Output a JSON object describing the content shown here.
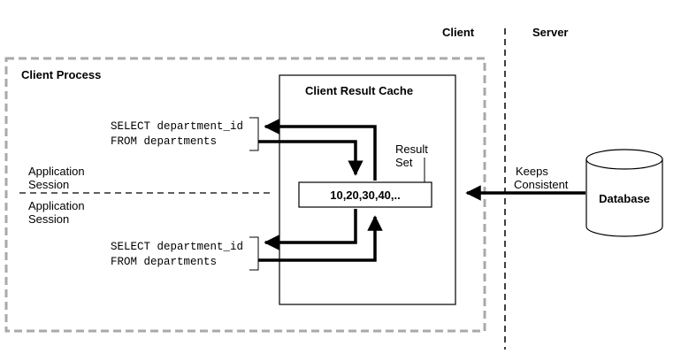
{
  "header": {
    "client_label": "Client",
    "server_label": "Server"
  },
  "client_process": {
    "title": "Client Process"
  },
  "cache": {
    "title": "Client Result Cache",
    "result_set_label": [
      "Result",
      "Set"
    ],
    "result_values": "10,20,30,40,.."
  },
  "sessions": [
    {
      "label": [
        "Application",
        "Session"
      ],
      "query": [
        "SELECT department_id",
        "FROM departments"
      ]
    },
    {
      "label": [
        "Application",
        "Session"
      ],
      "query": [
        "SELECT department_id",
        "FROM departments"
      ]
    }
  ],
  "consistency": {
    "label": [
      "Keeps",
      "Consistent"
    ]
  },
  "database": {
    "label": "Database"
  }
}
